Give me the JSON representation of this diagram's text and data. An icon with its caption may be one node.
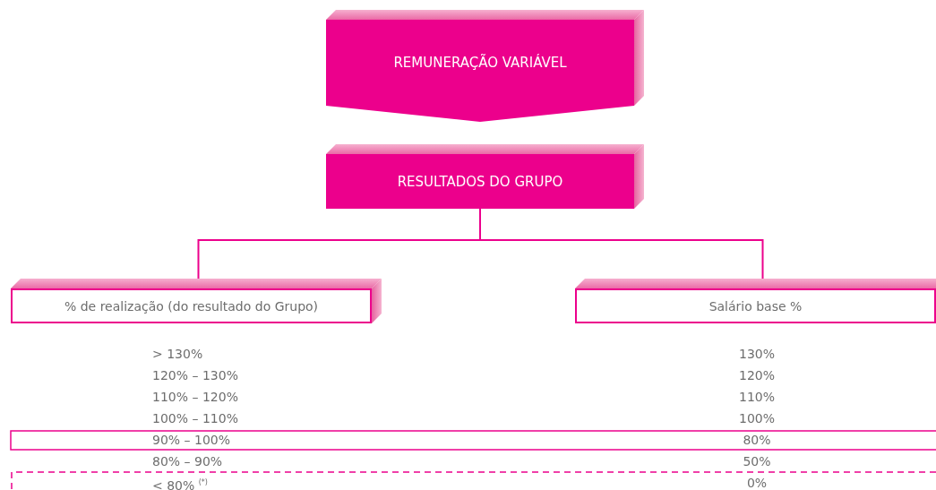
{
  "diagram": {
    "nodes": [
      {
        "text": [
          "REMUNERAÇÃO VARIÁVEL"
        ]
      },
      {
        "text": [
          "RESULTADOS DO GRUPO"
        ]
      },
      {
        "text": [
          "% de realização (do resultado do Grupo)"
        ]
      },
      {
        "text": [
          "Salário base %"
        ]
      }
    ],
    "edges": [
      {
        "from": 1,
        "to": 2,
        "arrow": "none"
      },
      {
        "from": 1,
        "to": 3,
        "arrow": "none"
      }
    ],
    "labels": [
      "> 130%",
      "130%",
      "120% – 130%",
      "120%",
      "110% – 120%",
      "110%",
      "100% – 110%",
      "100%",
      "90% – 100%",
      "80%",
      "80% – 90%",
      "50%",
      "< 80% $^{(*)}$",
      "0%"
    ]
  }
}
